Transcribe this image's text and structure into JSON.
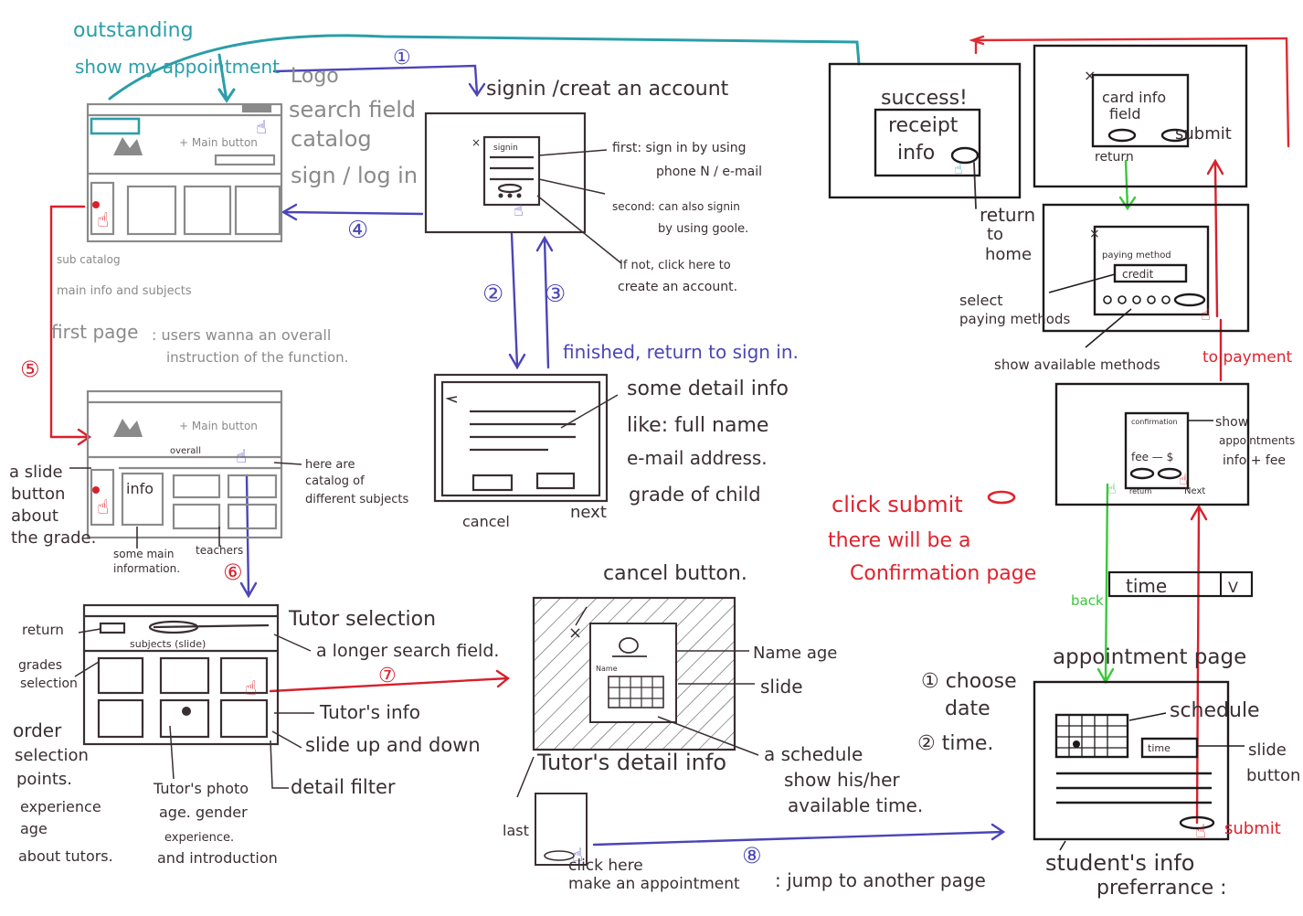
{
  "colors": {
    "ink": "#3a2f33",
    "gray": "#8a8a8a",
    "teal": "#2a9ea8",
    "blue": "#4b45b8",
    "red": "#d8202c",
    "green": "#39c83a",
    "hatch": "#555555"
  },
  "top_left": {
    "outstanding": "outstanding",
    "show_appt": "show my appointment",
    "logo": "Logo",
    "search_field": "search field",
    "catalog": "catalog",
    "sign_login": "sign / log in",
    "main_button": "+ Main button",
    "sub_catalog": "sub catalog",
    "main_info": "main info and subjects",
    "first_page": "first page",
    "first_page_desc_1": ": users wanna an overall",
    "first_page_desc_2": "instruction of the function."
  },
  "catalog_page": {
    "main_button": "+ Main button",
    "overall": "overall",
    "info": "info",
    "slide_button_1": "a slide",
    "slide_button_2": "button",
    "slide_button_3": "about",
    "slide_button_4": "the grade.",
    "catalog_note_1": "here are",
    "catalog_note_2": "catalog of",
    "catalog_note_3": "different subjects",
    "main_information_1": "some main",
    "main_information_2": "information.",
    "teachers": "teachers"
  },
  "signin": {
    "title": "signin  /creat an account",
    "dialog_label": "signin",
    "first_1": "first: sign in by using",
    "first_2": "phone N / e-mail",
    "second_1": "second: can also signin",
    "second_2": "by using goole.",
    "ifnot_1": "If not, click here to",
    "ifnot_2": "create an account."
  },
  "signup": {
    "finished": "finished, return to sign in.",
    "detail_1": "some detail info",
    "detail_2": "like: full name",
    "detail_3": "e-mail address.",
    "detail_4": "grade of child",
    "cancel": "cancel",
    "next": "next"
  },
  "tutor_selection": {
    "return": "return",
    "subjects_slide": "subjects (slide)",
    "title": "Tutor selection",
    "longer_search": "a longer search field.",
    "grades_1": "grades",
    "grades_2": "selection",
    "tutors_info": "Tutor's info",
    "slide_ud": "slide up and down",
    "detail_filter": "detail filter",
    "order_1": "order",
    "order_2": "selection",
    "order_3": "points.",
    "order_4": "experience",
    "order_5": "age",
    "order_6": "about tutors.",
    "photo_1": "Tutor's photo",
    "photo_2": "age. gender",
    "photo_3": "experience.",
    "photo_4": "and introduction"
  },
  "tutor_detail": {
    "cancel_button": "cancel button.",
    "name_age": "Name age",
    "slide": "slide",
    "name_small": "Name",
    "title": "Tutor's detail info",
    "schedule_1": "a schedule",
    "schedule_2": "show his/her",
    "schedule_3": "available time.",
    "last": "last",
    "click_here": "click here",
    "make_appt": "make an appointment",
    "jump": ": jump to another page"
  },
  "click_submit": {
    "line_1": "click submit",
    "line_2": "there will be a",
    "line_3": "Confirmation page"
  },
  "success": {
    "success": "success!",
    "receipt": "receipt",
    "info": "info",
    "return_home_1": "return",
    "return_home_2": "to",
    "return_home_3": "home"
  },
  "card": {
    "card_info": "card info",
    "field": "field",
    "submit": "submit",
    "return": "return"
  },
  "payment": {
    "paying_method": "paying method",
    "credit": "credit",
    "select_1": "select",
    "select_2": "paying methods",
    "show_methods": "show available methods",
    "to_payment": "to payment"
  },
  "confirmation": {
    "label": "confirmation",
    "fee": "fee — $",
    "return": "return",
    "next": "Next",
    "show_1": "show",
    "show_2": "appointments",
    "show_3": "info + fee"
  },
  "appointment": {
    "back": "back",
    "time": "time",
    "dropdown": "V",
    "title": "appointment page",
    "choose_date_1": "① choose",
    "choose_date_2": "date",
    "choose_time": "② time.",
    "schedule": "schedule",
    "time_small": "time",
    "slide_1": "slide",
    "slide_2": "button",
    "submit": "submit",
    "students_info": "student's info",
    "preferrance": "preferrance :"
  },
  "steps": [
    "①",
    "②",
    "③",
    "④",
    "⑤",
    "⑥",
    "⑦",
    "⑧"
  ]
}
